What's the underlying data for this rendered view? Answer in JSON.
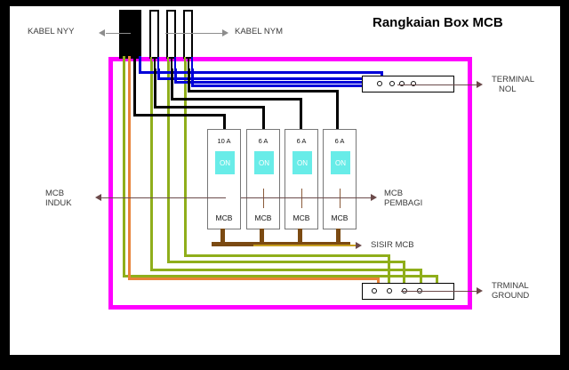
{
  "title": "Rangkaian Box MCB",
  "labels": {
    "kabel_nyy": "KABEL NYY",
    "kabel_nym": "KABEL NYM",
    "terminal_nol_l1": "TERMINAL",
    "terminal_nol_l2": "NOL",
    "terminal_ground_l1": "TRMINAL",
    "terminal_ground_l2": "GROUND",
    "mcb_induk_l1": "MCB",
    "mcb_induk_l2": "INDUK",
    "mcb_pembagi_l1": "MCB",
    "mcb_pembagi_l2": "PEMBAGI",
    "sisir_mcb": "SISIR MCB"
  },
  "mcbs": [
    {
      "amp": "10 A",
      "state": "ON",
      "name": "MCB"
    },
    {
      "amp": "6 A",
      "state": "ON",
      "name": "MCB"
    },
    {
      "amp": "6 A",
      "state": "ON",
      "name": "MCB"
    },
    {
      "amp": "6 A",
      "state": "ON",
      "name": "MCB"
    }
  ],
  "terminals": {
    "nol_screw_count": 4,
    "ground_screw_count": 4
  },
  "colors": {
    "background": "#000000",
    "sheet": "#ffffff",
    "enclosure": "#ff00ff",
    "neutral_wire": "#0000d8",
    "line_wire": "#000000",
    "ground_wire": "#8fae1b",
    "ground_wire_alt": "#e8833a",
    "busbar": "#7b4a12",
    "switch_on": "#68ece8",
    "title_text": "#000000",
    "label_text": "#3b3b3b"
  },
  "diagram": {
    "type": "electrical-wiring-schematic",
    "subject": "MCB distribution box wiring",
    "language": "Indonesian",
    "mcb_count": 4,
    "main_breaker_rating": "10 A",
    "branch_breaker_ratings": [
      "6 A",
      "6 A",
      "6 A"
    ]
  }
}
